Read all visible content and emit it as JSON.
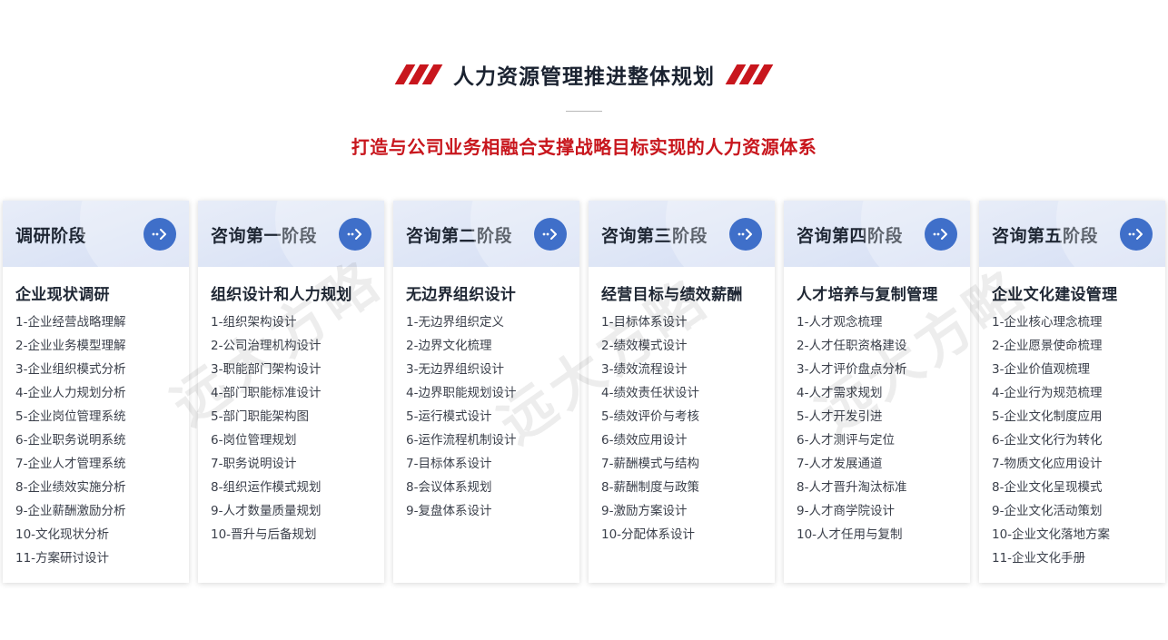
{
  "header": {
    "title": "人力资源管理推进整体规划",
    "subtitle": "打造与公司业务相融合支撑战略目标实现的人力资源体系"
  },
  "colors": {
    "accent_red": "#c8161d",
    "accent_blue": "#3f6fc9"
  },
  "watermark": "远大方略",
  "phases": [
    {
      "name": "调研阶段",
      "title": "企业现状调研",
      "items": [
        "1-企业经营战略理解",
        "2-企业业务模型理解",
        "3-企业组织模式分析",
        "4-企业人力规划分析",
        "5-企业岗位管理系统",
        "6-企业职务说明系统",
        "7-企业人才管理系统",
        "8-企业绩效实施分析",
        "9-企业薪酬激励分析",
        "10-文化现状分析",
        "11-方案研讨设计"
      ]
    },
    {
      "name": "咨询第一阶段",
      "title": "组织设计和人力规划",
      "items": [
        "1-组织架构设计",
        "2-公司治理机构设计",
        "3-职能部门架构设计",
        "4-部门职能标准设计",
        "5-部门职能架构图",
        "6-岗位管理规划",
        "7-职务说明设计",
        "8-组织运作模式规划",
        "9-人才数量质量规划",
        "10-晋升与后备规划"
      ]
    },
    {
      "name": "咨询第二阶段",
      "title": "无边界组织设计",
      "items": [
        "1-无边界组织定义",
        "2-边界文化梳理",
        "3-无边界组织设计",
        "4-边界职能规划设计",
        "5-运行模式设计",
        "6-运作流程机制设计",
        "7-目标体系设计",
        "8-会议体系规划",
        "9-复盘体系设计"
      ]
    },
    {
      "name": "咨询第三阶段",
      "title": "经营目标与绩效薪酬",
      "items": [
        "1-目标体系设计",
        "2-绩效模式设计",
        "3-绩效流程设计",
        "4-绩效责任状设计",
        "5-绩效评价与考核",
        "6-绩效应用设计",
        "7-薪酬模式与结构",
        "8-薪酬制度与政策",
        "9-激励方案设计",
        "10-分配体系设计"
      ]
    },
    {
      "name": "咨询第四阶段",
      "title": "人才培养与复制管理",
      "items": [
        "1-人才观念梳理",
        "2-人才任职资格建设",
        "3-人才评价盘点分析",
        "4-人才需求规划",
        "5-人才开发引进",
        "6-人才测评与定位",
        "7-人才发展通道",
        "8-人才晋升淘汰标准",
        "9-人才商学院设计",
        "10-人才任用与复制"
      ]
    },
    {
      "name": "咨询第五阶段",
      "title": "企业文化建设管理",
      "items": [
        "1-企业核心理念梳理",
        "2-企业愿景使命梳理",
        "3-企业价值观梳理",
        "4-企业行为规范梳理",
        "5-企业文化制度应用",
        "6-企业文化行为转化",
        "7-物质文化应用设计",
        "8-企业文化呈现模式",
        "9-企业文化活动策划",
        "10-企业文化落地方案",
        "11-企业文化手册"
      ]
    }
  ]
}
